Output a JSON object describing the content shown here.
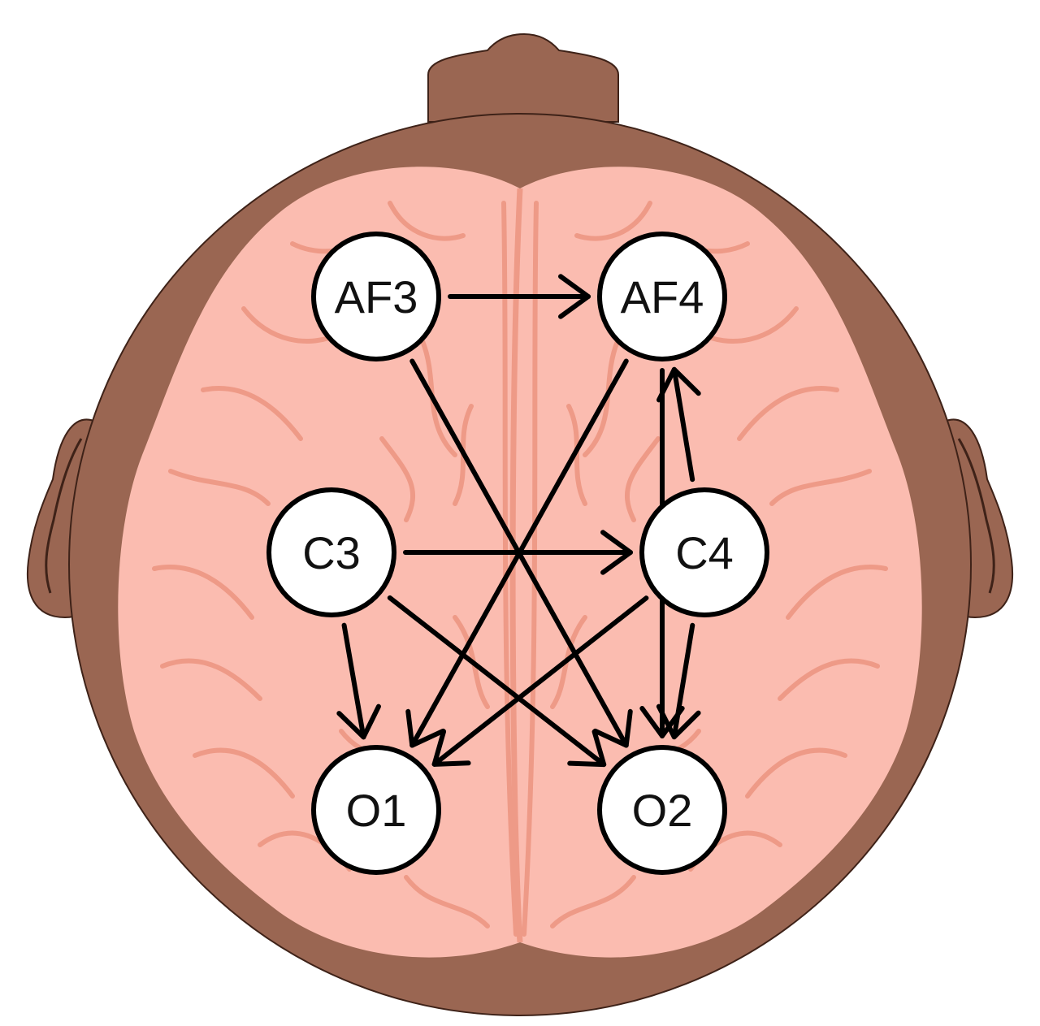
{
  "colors": {
    "head_fill": "#9A6652",
    "head_outline": "#3E2218",
    "brain_fill": "#FBBCB0",
    "brain_sulci": "#EE9A87",
    "node_fill": "#FFFFFF",
    "node_stroke": "#000000",
    "arrow": "#000000"
  },
  "nodes": [
    {
      "id": "AF3",
      "label": "AF3"
    },
    {
      "id": "AF4",
      "label": "AF4"
    },
    {
      "id": "C3",
      "label": "C3"
    },
    {
      "id": "C4",
      "label": "C4"
    },
    {
      "id": "O1",
      "label": "O1"
    },
    {
      "id": "O2",
      "label": "O2"
    }
  ],
  "edges": [
    {
      "from": "AF3",
      "to": "AF4"
    },
    {
      "from": "AF3",
      "to": "O2"
    },
    {
      "from": "AF4",
      "to": "O1"
    },
    {
      "from": "AF4",
      "to": "O2"
    },
    {
      "from": "C3",
      "to": "C4"
    },
    {
      "from": "C3",
      "to": "O1"
    },
    {
      "from": "C3",
      "to": "O2"
    },
    {
      "from": "C4",
      "to": "AF4"
    },
    {
      "from": "C4",
      "to": "O1"
    },
    {
      "from": "C4",
      "to": "O2"
    }
  ]
}
